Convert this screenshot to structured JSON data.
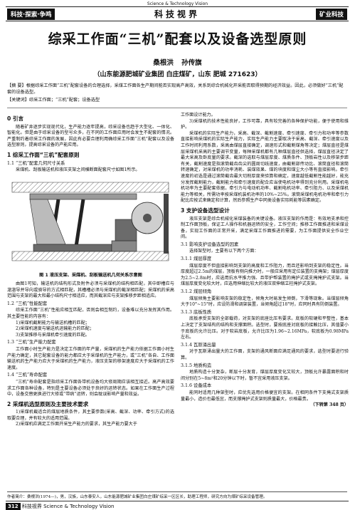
{
  "header": {
    "top_line": "Science & Technology Vision",
    "left_tag": "科技·探索·争鸣",
    "center_title": "科技视界",
    "right_tag": "矿业科技"
  },
  "article": {
    "title": "综采工作面“三机”配套以及设备选型原则",
    "authors": "桑根洪 孙传旗",
    "affiliation": "（山东能源肥城矿业集团 白庄煤矿，山东 肥城 271623）",
    "abstract": "【摘 要】根据综采工作面“三机”配套设备的合理选择，采煤工作面各生产期间能否实现高产高效，关系到综合机械化开采能否取得预期的经济效益。因此，必须做好“三机”配套的设备选型。",
    "keywords": "【关键词】综采工作面；“三机”配套；设备选型",
    "sec0_title": "0 引言",
    "sec0_p1": "随着矿井逐步实现现代化，生产能力逐年提高，综采设备也趋于大型化、一体化、智能化。但是由于综采设备的型号众多，在不同的工作面应用时会发生不配套的情况。严重制约着综采工作面的发展，因此有必要合理利用确综采工作面“三机”配套以及设备选型原则，提高综采设备的产能应用。",
    "sec1_title": "1 综采工作面“三机”配套原则",
    "sec1_1": "1.1 “三机”配套几何尺寸关系",
    "sec1_1_p": "采煤机、刮板输送机和液压支架之间横断面配套尺寸如图1所示。",
    "fig_caption": "图 1 液压支架、采煤机、刮板输送机几何关系示意图",
    "sec1_1_p2": "由图1可知，输送机的结构形式及附件必须与采煤机的结构相匹配，其中即槽应与溜溜导并导向或骑导的方式相匹配，其槽槽必须与采煤机的截深相匹配；采煤机的采高范围与支架的最大和最小结构尺寸相适应，而其截深应与支架推移步距相适应。",
    "sec1_2": "1.2 “三机”性能配套",
    "sec1_2_p": "综采工作面“三机”性能应相互匹配，否则会相互制约，设备难以充分发挥其作用。其主要性能的内容有：",
    "sec1_2_i1": "1)采煤机截割能力与输送机槽的匹配；",
    "sec1_2_i2": "2)采煤机速度与输送机运输能力的匹配；",
    "sec1_2_i3": "3)支架推移与采煤机牵引速度的匹配。",
    "sec1_3": "1.3 “三机”生产能力配套",
    "sec1_3_p": "工作面小时生产能力是决定工作面的年产量，采煤机的生产能力依据工作面小时生产能力确定，其它配套设备的能力都应大于采煤机的生产能力，或“三机”各自、工作面输送机的生产能力应大于采煤机的生产能力，液压支架的移架速度应大于采煤机的工作速度。",
    "sec1_4": "1.4 “三机”寿命配套",
    "sec1_4_p": "“三机”寿命配套是指综采工作面各带机设备均大修周期应该相互接近。高产高效要求工作面各种设备，特别是主要设备必须处于良好的运转状态。如果在工作面生产过程中，设备交替更换进行大修或“带病”运转，则会耽误影响产量和效益。",
    "sec2_title": "2 采煤机选型原则及主要技术要求",
    "sec2_p1": "1)采煤机截适合的煤层地质条件，其主要参数(采高、截深、功率、牵引方式)的选取要合理，并有较大的适用范围。",
    "sec2_p2": "2)采煤机应满足工作面开采生产能力的要求，其生产能力要大于",
    "col2": {
      "p1": "工作面设计能力。",
      "p2": "3)采煤机的技术性能良好，工作可靠，具有较完善的各种保护功能，便于使用和维护。",
      "p3": "采煤机的实际生产能力，采高、截深、截割速度、牵引速度、牵引力和功率等参数直接影响采煤机的实际生产能力，实际生产能力主要取决于采高、截深、牵引速度以及工作时间利用系数，采高由煤层直接确定，调速形式和截割煤角等决定；煤层直径是煤层采煤机采高的主要调节变量，每种采煤机都有几种煤层直径供选择，煤层直径决定了最大采高及卧底量的要求。截深的选取与煤层厚度、煤质条件、顶板岩性以及移架步距有关，截割速度是指滚筒截齿齿尖的圆周切线速度，由截割部传动比、滚筒直径和滚筒转速确定，对采煤机的功率消耗、装煤效果、煤的块度和煤尘大小等有直接影响。牵引速度的初选是通过滚筒截齿最大切削厚度来验算和确定，速度越低截割性能越好，能充分发挥截割能力，截割能力和牵引速度的配合应当使电机功率得到充分利用。采煤机电机功率为主要配套依据，牵引力与电动机功率、截割电机功率、牵引阻力、以及采煤机能力等相关，所需功率按采煤机装机功率的10%~25%。滚筒采煤机电机功率和牵引力配比应按式来确定和计算，然后参照生产中同类设备实际耗能等因素确定。",
      "sec3_title": "3 支护设备选型设计",
      "p4": "液压支架是综合机械化采煤装备的关键设备。液压支架的作用是：有效地支承和控制工作面顶板，保证工人操作和机器运转的安全，工作空间；推移工作面推进和采煤设备，实现工作面的正常开采，满足采煤工作面推进的需要，为工作面提供安全作业空间。",
      "s31": "3.1 影响支护设备选型的因素",
      "p5": "选择架型时，主要有以下两个方面：",
      "s311": "3.1.1 煤层厚度",
      "p6": "煤层厚度不但直接影响到支架的高度和工作阻力，而且还影响到支架的稳定性。当厚度超过2.5m的煤层，顶板有侧向推力时，一般应采用有定位装置的支掩架；煤层厚度为2.5~2.8m时，应选用抗水平推力强、且带护帮装置的掩护式或支掩掩护式支架。当煤层厚度变化较大时，应选用伸缩比较大的液压双伸缩立柱掩护式支架。",
      "s312": "3.1.2 煤层倾角",
      "p7": "煤层倾角主要影响支架的稳定性，倾角大时易发生倾倒，下滑等现象。当煤层倾角大于10°~15°时，应设防滑和调架装置，当倾角超过18°时，应同时具有防倒装置。",
      "s313": "3.1.3 底板性质",
      "p8": "底板承受支架的全部载荷，对支架的底座比压有要求。底板的软硬和平整性，基本上决定了支架结构的结构和支撑面积。选型时，要按底座对底板的接触比压，其值要小于底板的允许比压。对于软岩底板，允许比压为1.96~2.16MPa，软底板为0.98MPa左右。",
      "s314": "3.1.4 瓦斯涌出量",
      "p9": "对于瓦斯涌出量大的工作面，支架的通风断面应满足通风的要求，选型时要进行验算。",
      "s315": "3.1.5 地质构造",
      "p10": "地质构造十分复杂，断层十分发育，煤层厚度变化又较大，顶板允许暴露面积和时间分别在5~8m²和20分钟以下时，暂不宜采用液压支架。",
      "s316": "3.1.6 设备成本",
      "p11": "能同时适用几种架型时，应优先选用价格便宜的支架。在相同条件下支掩式支架质量最小，造价也最低宜，而支撑掩护式支架则质量最大，价格最贵。",
      "cont": "（下转第 348 页）"
    },
    "footnote": "作者简介：桑根洪(1974—)，男，汉族，山东泰安人，山东能源肥城矿业集团白庄煤矿综采一区区长，助理工程师，研究方向为煤矿综采设备管理。",
    "page_footer_num": "312",
    "page_footer_title": "科技视界 Science & Technology Vision"
  },
  "figure": {
    "colors": {
      "roof": "#444444",
      "support": "#9a9a9a",
      "machine": "#6b6b6b",
      "floor": "#333333"
    }
  }
}
